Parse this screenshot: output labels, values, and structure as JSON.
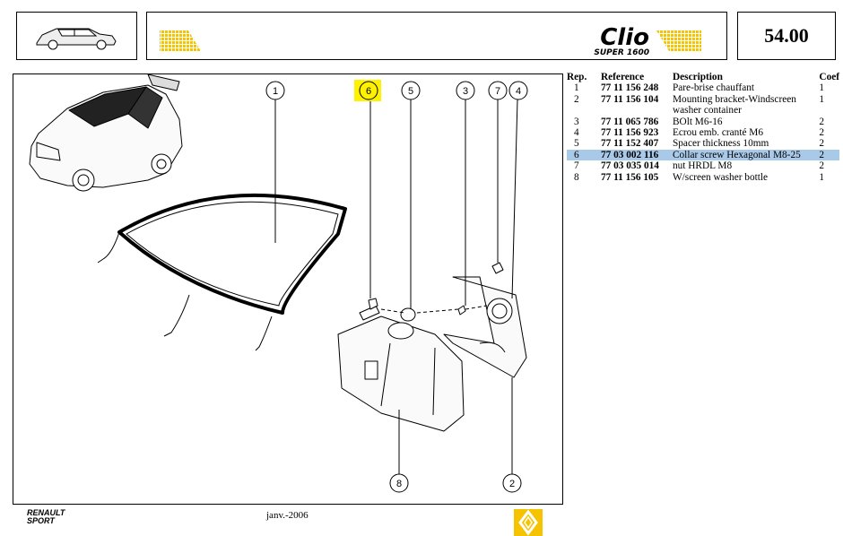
{
  "header": {
    "model_name": "Clio",
    "model_sub": "SUPER 1600",
    "page_number": "54.00"
  },
  "colors": {
    "accent_yellow": "#f6c300",
    "highlight": "#a9c9e8",
    "callout_highlight": "#fff200"
  },
  "diagram": {
    "callouts": [
      "1",
      "6",
      "5",
      "3",
      "7",
      "4",
      "8",
      "2"
    ]
  },
  "parts_table": {
    "headers": {
      "rep": "Rep.",
      "ref": "Reference",
      "desc": "Description",
      "coef": "Coef"
    },
    "rows": [
      {
        "rep": "1",
        "ref": "77 11 156 248",
        "desc": "Pare-brise chauffant",
        "coef": "1"
      },
      {
        "rep": "2",
        "ref": "77 11 156 104",
        "desc": "Mounting bracket-Windscreen washer container",
        "coef": "1"
      },
      {
        "rep": "3",
        "ref": "77 11 065 786",
        "desc": "BOlt M6-16",
        "coef": "2"
      },
      {
        "rep": "4",
        "ref": "77 11 156 923",
        "desc": "Ecrou emb. cranté M6",
        "coef": "2"
      },
      {
        "rep": "5",
        "ref": "77 11 152 407",
        "desc": "Spacer thickness 10mm",
        "coef": "2"
      },
      {
        "rep": "6",
        "ref": "77 03 002 116",
        "desc": "Collar screw Hexagonal M8-25",
        "coef": "2"
      },
      {
        "rep": "7",
        "ref": "77 03 035 014",
        "desc": "nut HRDL M8",
        "coef": "2"
      },
      {
        "rep": "8",
        "ref": "77 11 156 105",
        "desc": "W/screen washer bottle",
        "coef": "1"
      }
    ],
    "highlighted_rep": "6"
  },
  "footer": {
    "brand_line1": "RENAULT",
    "brand_line2": "SPORT",
    "date": "janv.-2006"
  }
}
